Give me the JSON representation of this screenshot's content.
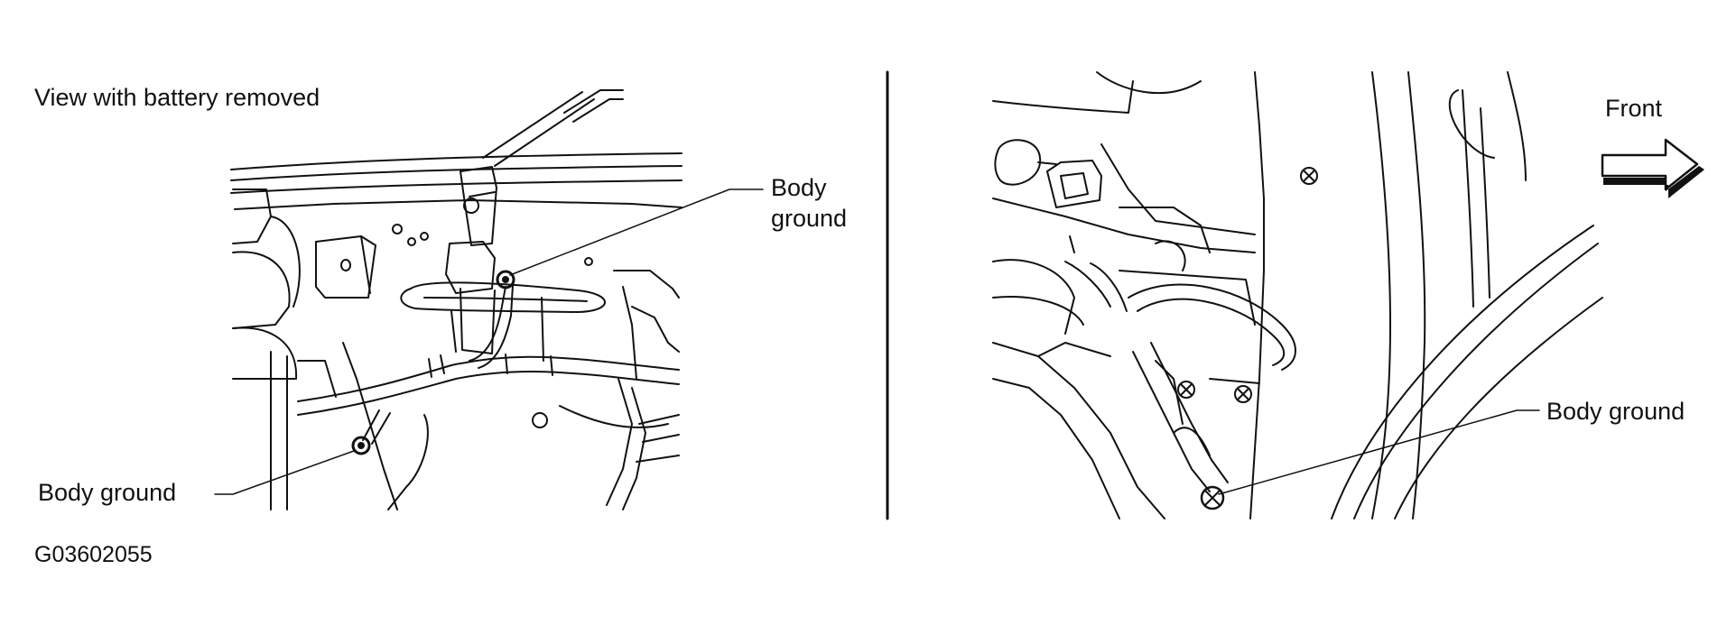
{
  "left_view": {
    "caption": "View with battery removed",
    "ground_label_top_line1": "Body",
    "ground_label_top_line2": "ground",
    "ground_label_bottom": "Body ground"
  },
  "right_view": {
    "ground_label": "Body ground",
    "direction_label": "Front",
    "direction_icon": "arrow-right-icon"
  },
  "figure_id": "G03602055"
}
